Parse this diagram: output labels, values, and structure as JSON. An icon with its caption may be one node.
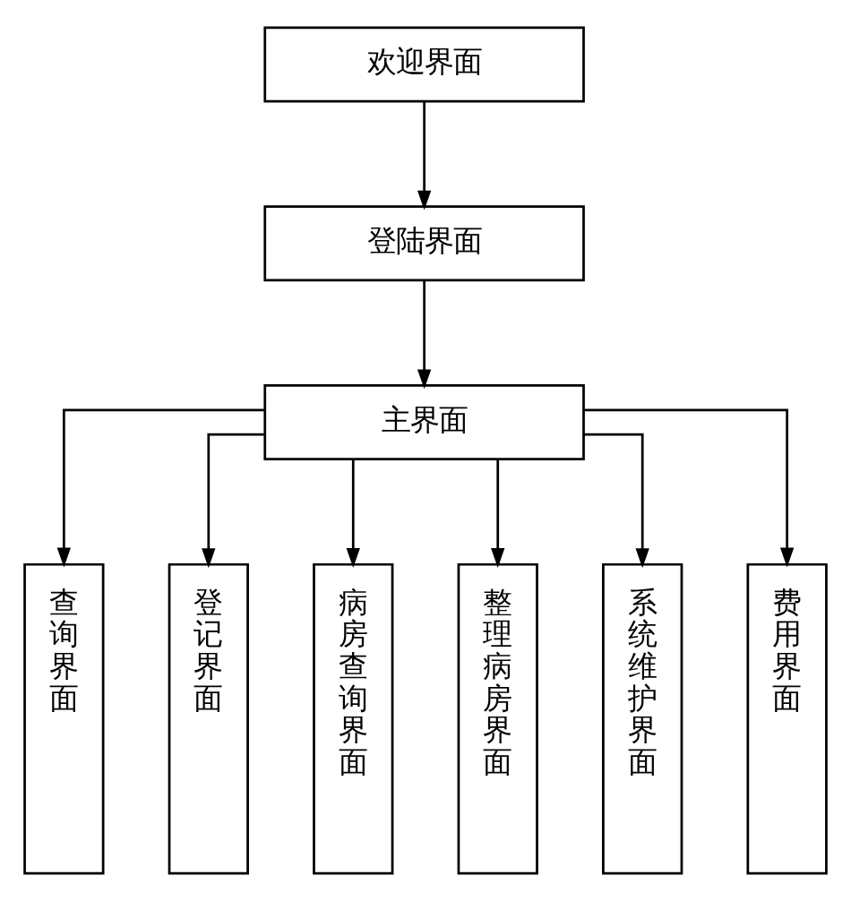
{
  "diagram": {
    "nodes": [
      {
        "text": [
          "欢迎界面"
        ]
      },
      {
        "text": [
          "登陆界面"
        ]
      },
      {
        "text": [
          "主界面"
        ]
      },
      {
        "text": [
          "查询界面"
        ]
      },
      {
        "text": [
          "登记界面"
        ]
      },
      {
        "text": [
          "病房查询界面"
        ]
      },
      {
        "text": [
          "整理病房界面"
        ]
      },
      {
        "text": [
          "系统维护界面"
        ]
      },
      {
        "text": [
          "费用界面"
        ]
      }
    ],
    "edges": [
      {
        "from": 0,
        "to": 1,
        "arrow": "to"
      },
      {
        "from": 1,
        "to": 2,
        "arrow": "to"
      },
      {
        "from": 2,
        "to": 3,
        "arrow": "to"
      },
      {
        "from": 2,
        "to": 4,
        "arrow": "to"
      },
      {
        "from": 2,
        "to": 5,
        "arrow": "to"
      },
      {
        "from": 2,
        "to": 6,
        "arrow": "to"
      },
      {
        "from": 2,
        "to": 7,
        "arrow": "to"
      },
      {
        "from": 2,
        "to": 8,
        "arrow": "to"
      }
    ]
  }
}
